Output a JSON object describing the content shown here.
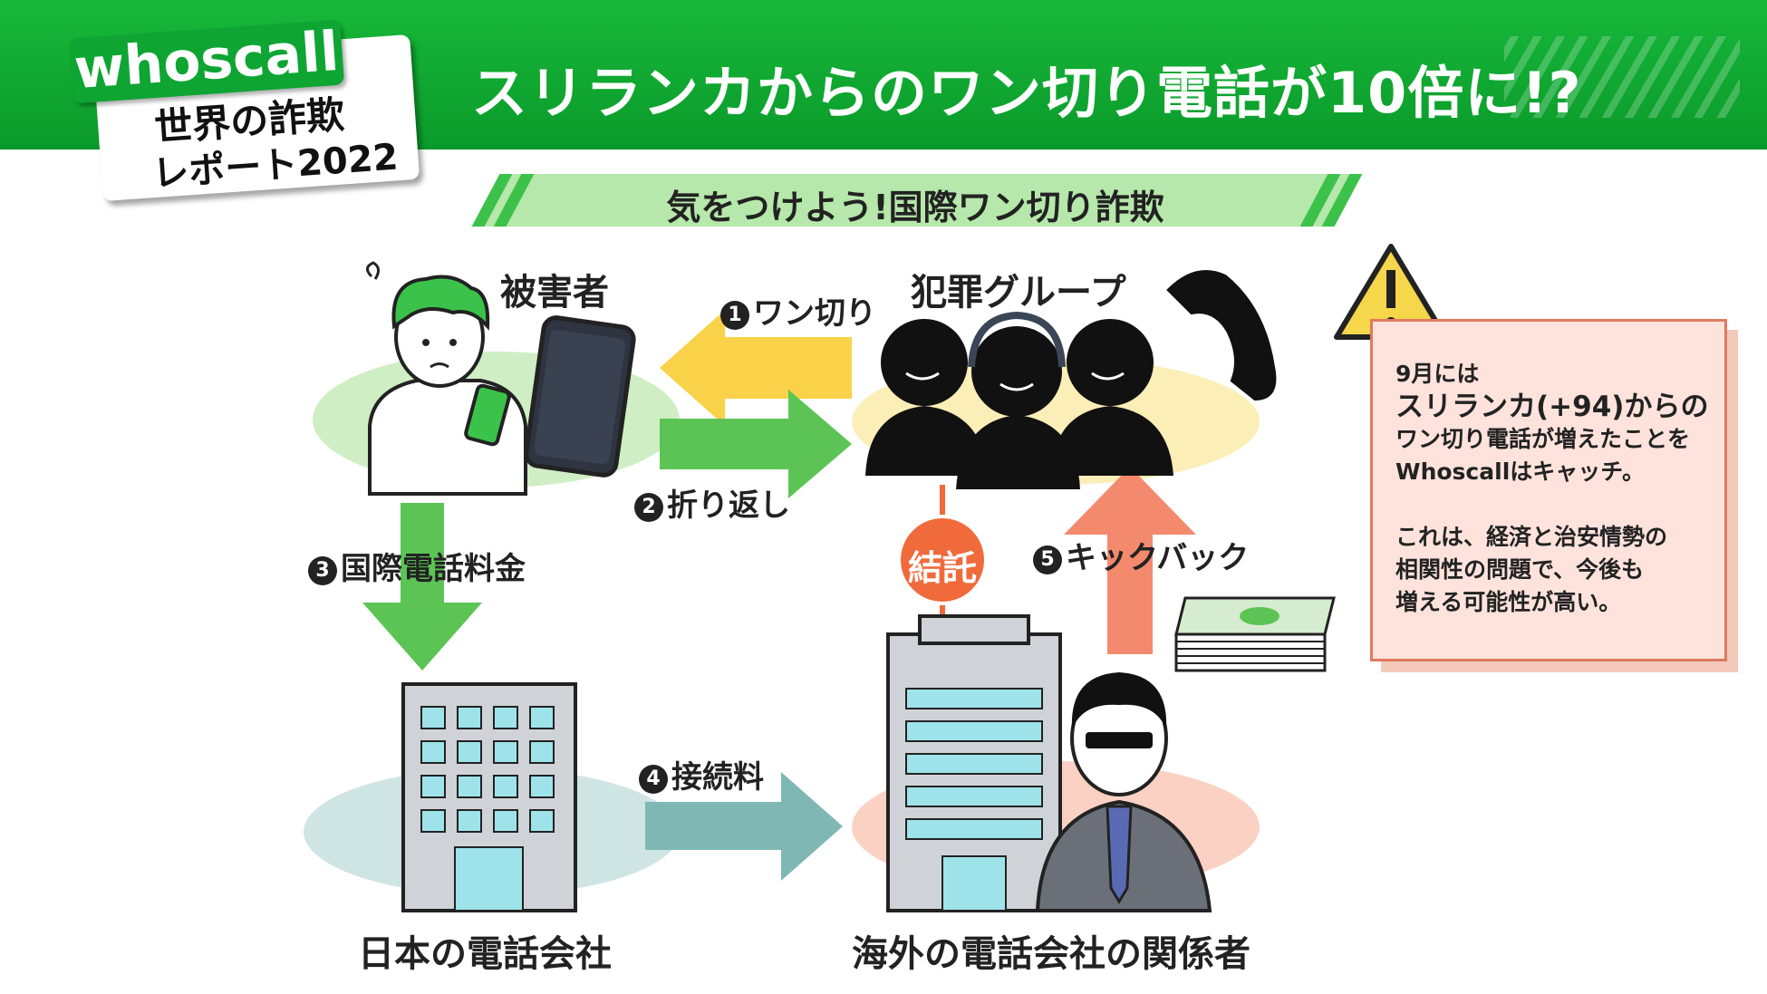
{
  "header": {
    "title": "スリランカからのワン切り電話が10倍に!?",
    "logo_brand": "whoscall",
    "logo_line1": "世界の詐欺",
    "logo_line2": "レポート2022"
  },
  "banner": {
    "text": "気をつけよう!国際ワン切り詐欺"
  },
  "nodes": {
    "victim": "被害者",
    "criminal_group": "犯罪グループ",
    "japan_carrier": "日本の電話会社",
    "foreign_carrier": "海外の電話会社の関係者",
    "collusion": "結託"
  },
  "steps": {
    "step1": {
      "num": "1",
      "label": "ワン切り"
    },
    "step2": {
      "num": "2",
      "label": "折り返し"
    },
    "step3": {
      "num": "3",
      "label": "国際電話料金"
    },
    "step4": {
      "num": "4",
      "label": "接続料"
    },
    "step5": {
      "num": "5",
      "label": "キックバック"
    }
  },
  "info": {
    "line1": "9月には",
    "line2": "スリランカ(+94)からの",
    "line3": "ワン切り電話が増えたことを",
    "line4": "Whoscallはキャッチ。",
    "line5": "これは、経済と治安情勢の",
    "line6": "相関性の問題で、今後も",
    "line7": "増える可能性が高い。"
  },
  "colors": {
    "header_green": "#0ea533",
    "banner_green": "#b6e7ab",
    "arrow_yellow": "#f9d24a",
    "arrow_green": "#5cc455",
    "arrow_teal": "#7fb7b5",
    "arrow_salmon": "#f38a6e",
    "collusion_orange": "#f06a3c",
    "info_bg": "#fde3dc"
  }
}
